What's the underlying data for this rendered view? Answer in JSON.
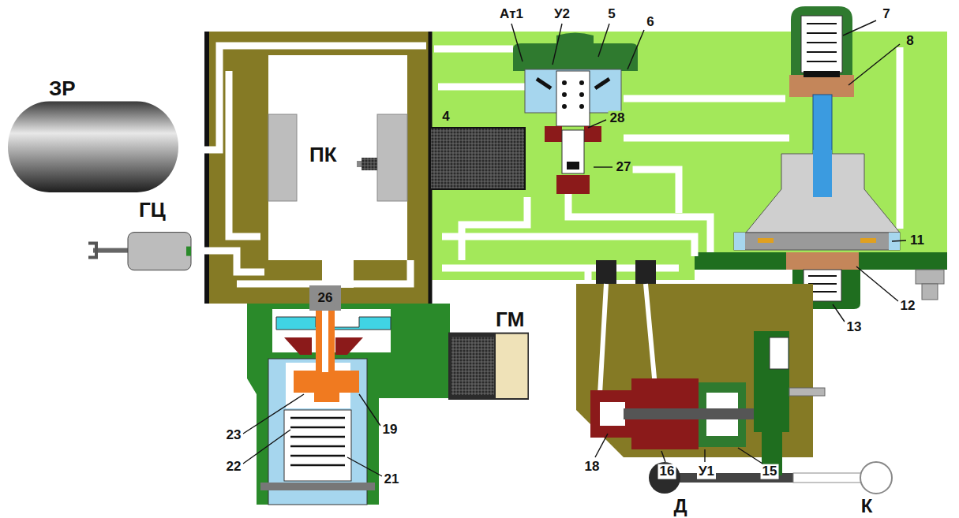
{
  "diagram": {
    "nodes": [
      {
        "text": [
          "ЗР"
        ]
      },
      {
        "text": [
          "ПК"
        ]
      },
      {
        "text": [
          "ГЦ"
        ]
      },
      {
        "text": [
          "ГМ"
        ]
      }
    ],
    "labels": [
      "Ат1",
      "У2",
      "5",
      "6",
      "7",
      "8",
      "28",
      "27",
      "4",
      "11",
      "12",
      "13",
      "26",
      "23",
      "22",
      "19",
      "21",
      "18",
      "16",
      "У1",
      "15",
      "Д",
      "К"
    ]
  }
}
